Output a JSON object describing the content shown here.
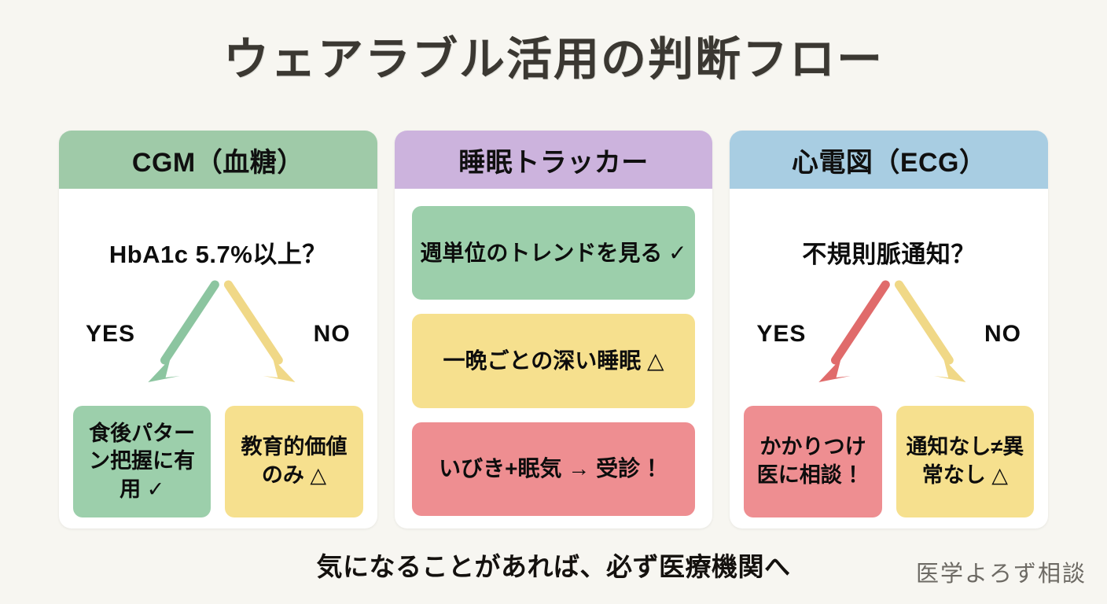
{
  "title": "ウェアラブル活用の判断フロー",
  "colors": {
    "background": "#f7f6f1",
    "card": "#ffffff",
    "header_green": "#9fcaa8",
    "header_purple": "#ccb3dd",
    "header_blue": "#a8cde2",
    "box_green": "#9ccfab",
    "box_yellow": "#f6e08e",
    "box_red": "#ee8e91",
    "arrow_green": "#8cc5a0",
    "arrow_yellow": "#f0d887",
    "arrow_red": "#e06b6b",
    "title_text": "#3b3832",
    "body_text": "#0d0d0d",
    "watermark_text": "#6d6a64"
  },
  "columns": [
    {
      "id": "cgm",
      "header": "CGM（血糖）",
      "header_color": "#9fcaa8",
      "type": "decision",
      "question": "HbA1c 5.7%以上？",
      "yes_label": "YES",
      "no_label": "NO",
      "outcomes": [
        {
          "text": "食後パターン把握に有用 ✓",
          "color": "green"
        },
        {
          "text": "教育的価値のみ △",
          "color": "yellow"
        }
      ]
    },
    {
      "id": "sleep",
      "header": "睡眠トラッカー",
      "header_color": "#ccb3dd",
      "type": "stack",
      "items": [
        {
          "text": "週単位のトレンドを見る ✓",
          "color": "green"
        },
        {
          "text": "一晩ごとの深い睡眠 △",
          "color": "yellow"
        },
        {
          "text": "いびき+眠気 → 受診 ！",
          "color": "red"
        }
      ]
    },
    {
      "id": "ecg",
      "header": "心電図（ECG）",
      "header_color": "#a8cde2",
      "type": "decision",
      "question": "不規則脈通知？",
      "yes_label": "YES",
      "no_label": "NO",
      "outcomes": [
        {
          "text": "かかりつけ医に相談 ！",
          "color": "red"
        },
        {
          "text": "通知なし≠異常なし △",
          "color": "yellow"
        }
      ]
    }
  ],
  "footer": {
    "note": "気になることがあれば、必ず医療機関へ",
    "watermark": "医学よろず相談"
  }
}
